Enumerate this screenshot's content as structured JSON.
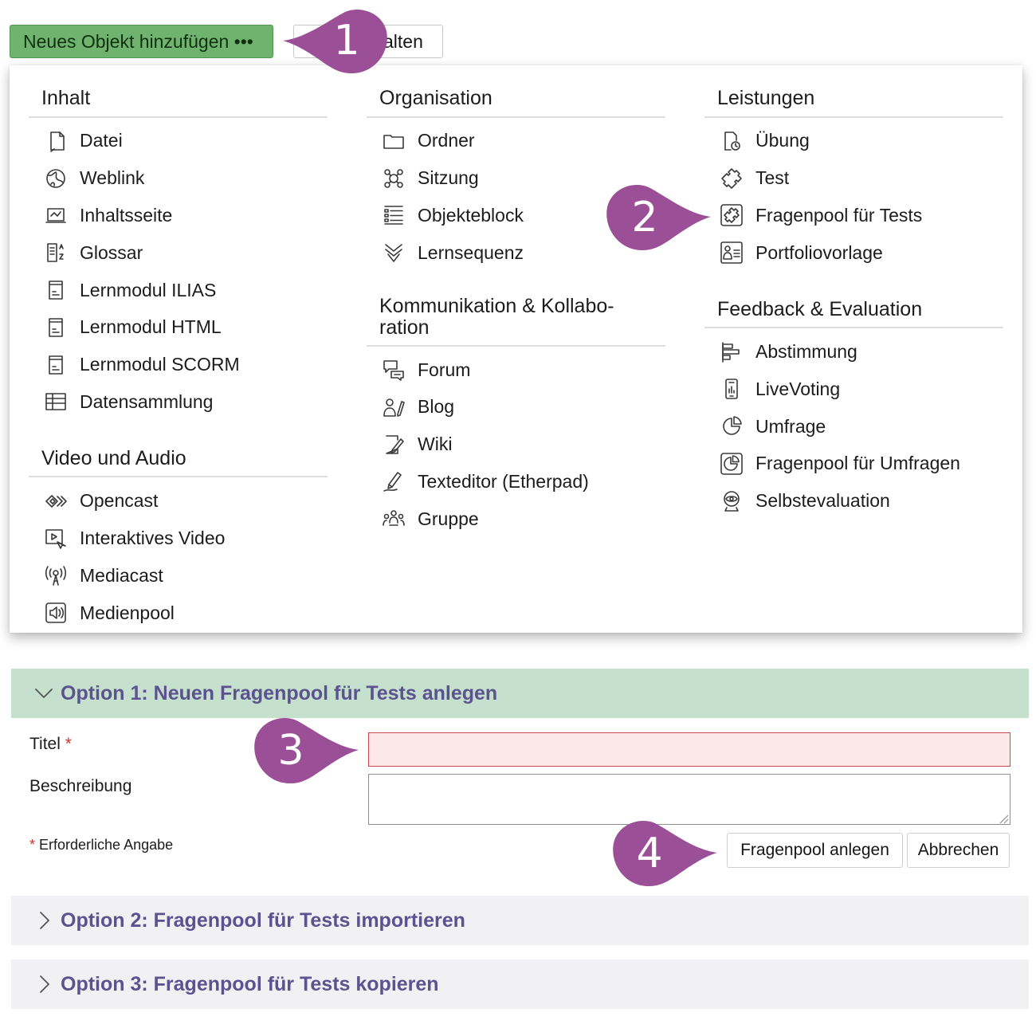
{
  "toolbar": {
    "add_label": "Neues Objekt hinzufügen •••",
    "second_label": "alten"
  },
  "menu": {
    "columns": [
      {
        "groups": [
          {
            "heading": "Inhalt",
            "items": [
              "Datei",
              "Weblink",
              "Inhaltsseite",
              "Glossar",
              "Lernmodul ILIAS",
              "Lernmodul HTML",
              "Lernmodul SCORM",
              "Datensammlung"
            ]
          },
          {
            "heading": "Video und Audio",
            "items": [
              "Opencast",
              "Interaktives Video",
              "Mediacast",
              "Medienpool"
            ]
          }
        ]
      },
      {
        "groups": [
          {
            "heading": "Organisation",
            "items": [
              "Ordner",
              "Sitzung",
              "Objekteblock",
              "Lernsequenz"
            ]
          },
          {
            "heading": "Kommunikation & Kollabo-ration",
            "heading_lines": [
              "Kommunikation & Kollabo-",
              "ration"
            ],
            "items": [
              "Forum",
              "Blog",
              "Wiki",
              "Texteditor (Etherpad)",
              "Gruppe"
            ]
          }
        ]
      },
      {
        "groups": [
          {
            "heading": "Leistungen",
            "items": [
              "Übung",
              "Test",
              "Fragenpool für Tests",
              "Portfoliovorlage"
            ]
          },
          {
            "heading": "Feedback & Evaluation",
            "items": [
              "Abstimmung",
              "LiveVoting",
              "Umfrage",
              "Fragenpool für Umfragen",
              "Selbstevaluation"
            ]
          }
        ]
      }
    ]
  },
  "icons": {
    "c0g0": [
      "file-icon",
      "globe-icon",
      "page-icon",
      "glossary-icon",
      "module-icon",
      "module-icon",
      "module-icon",
      "table-icon"
    ],
    "c0g1": [
      "opencast-icon",
      "interactive-video-icon",
      "broadcast-icon",
      "speaker-icon"
    ],
    "c1g0": [
      "folder-icon",
      "session-icon",
      "list-icon",
      "sequence-icon"
    ],
    "c1g1": [
      "forum-icon",
      "blog-icon",
      "wiki-icon",
      "pen-icon",
      "group-icon"
    ],
    "c2g0": [
      "exercise-icon",
      "puzzle-icon",
      "puzzle-box-icon",
      "portfolio-icon"
    ],
    "c2g1": [
      "poll-icon",
      "phone-chart-icon",
      "survey-icon",
      "survey-box-icon",
      "eye-icon"
    ]
  },
  "form": {
    "option1": "Option 1: Neuen Fragenpool für Tests anlegen",
    "title_label": "Titel",
    "required_mark": "*",
    "desc_label": "Beschreibung",
    "title_value": "",
    "desc_value": "",
    "required_note": "Erforderliche Angabe",
    "create_button": "Fragenpool anlegen",
    "cancel_button": "Abbrechen",
    "option2": "Option 2: Fragenpool für Tests importieren",
    "option3": "Option 3: Fragenpool für Tests kopieren"
  },
  "markers": [
    "1",
    "2",
    "3",
    "4"
  ],
  "colors": {
    "add_button": "#6fb36f",
    "marker": "#9b4f96",
    "accordion_open": "#c5e0cd",
    "accordion_title": "#5c528f",
    "title_input_bg": "#fce8e8",
    "title_input_border": "#c84a4a"
  }
}
